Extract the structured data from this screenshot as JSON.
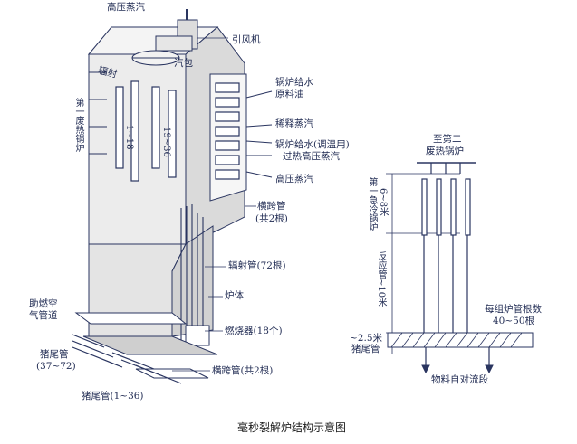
{
  "labels": {
    "top_steam": "高压蒸汽",
    "fan": "引风机",
    "radiant": "辐射",
    "steam_drum": "汽包",
    "left_boiler": "第一废热锅炉",
    "coil_1": "1~18",
    "coil_2": "19~36",
    "boiler_feed": "锅炉给水",
    "raw_oil": "原料油",
    "dilution": "稀释蒸汽",
    "feed_temp": "锅炉给水(调温用)",
    "superheated": "过热高压蒸汽",
    "hp_steam": "高压蒸汽",
    "cross_pipe_top": "横跨管",
    "cross_pipe_top_count": "(共2根)",
    "radiant_tube": "辐射管(72根)",
    "furnace_body": "炉体",
    "burner": "燃烧器(18个)",
    "air_duct_1": "助燃空",
    "air_duct_2": "气管道",
    "pigtail_a_1": "猪尾管",
    "pigtail_a_2": "(37~72)",
    "pigtail_b": "猪尾管(1~36)",
    "cross_pipe_bottom": "横跨管(共2根)",
    "to_second_1": "至第二",
    "to_second_2": "废热锅炉",
    "first_boiler_len": "第一急冷锅炉",
    "first_boiler_len_2": "6~8米",
    "reverse_tube": "反应管~10米",
    "group_count_1": "每组炉管根数",
    "group_count_2": "40~50根",
    "pigtail_len_1": "~2.5米",
    "pigtail_len_2": "猪尾管",
    "feed_in": "物料自对流段",
    "caption": "毫秒裂解炉结构示意图"
  }
}
